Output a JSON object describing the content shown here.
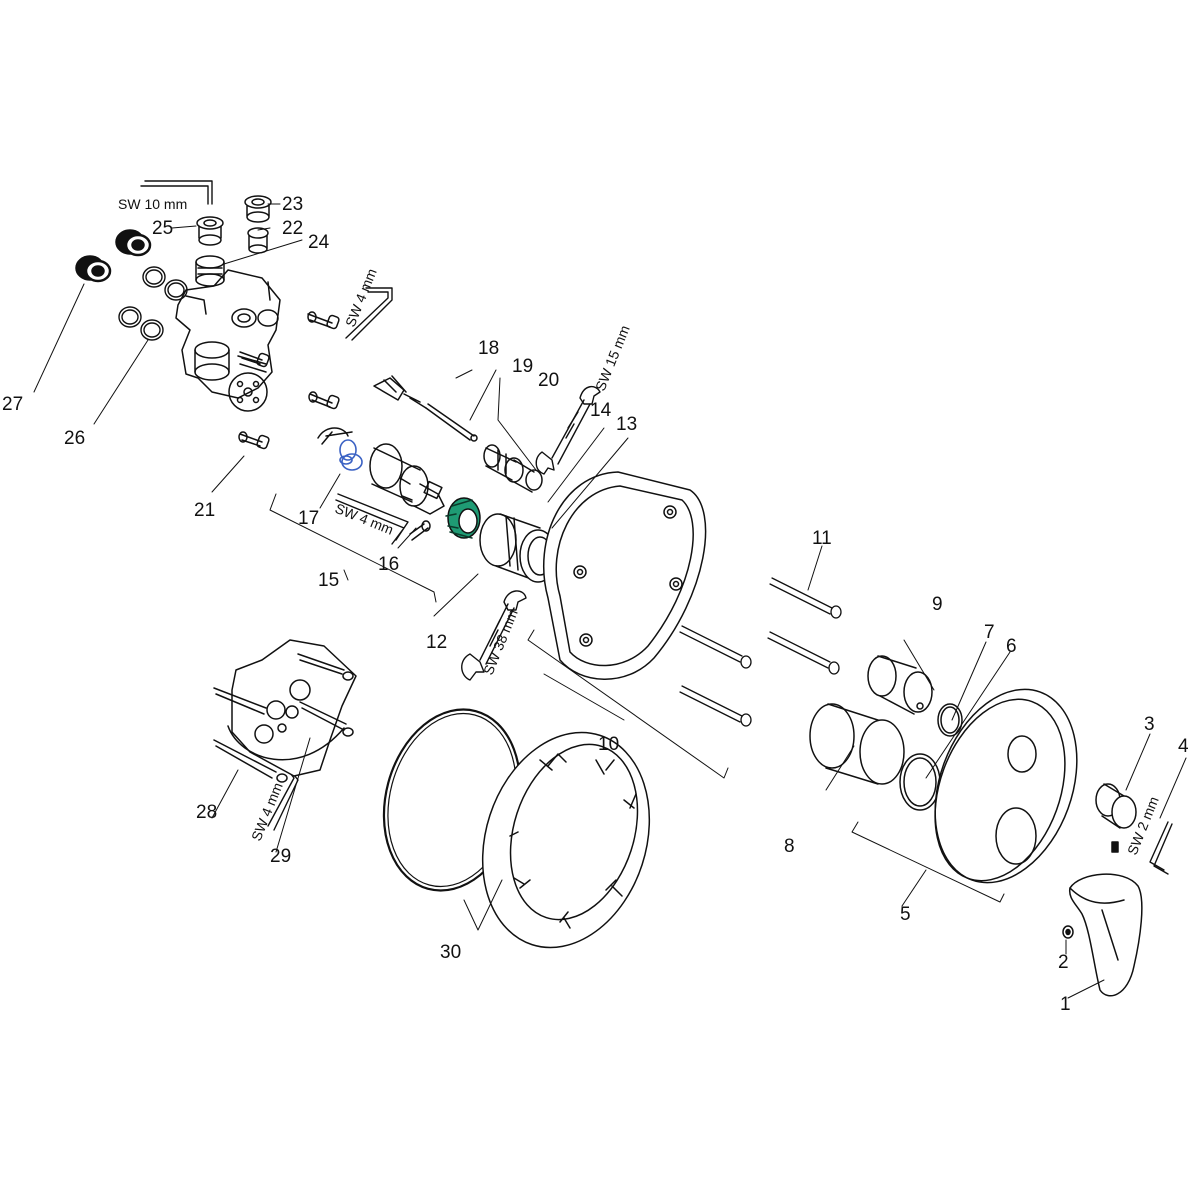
{
  "parts": {
    "p1": "1",
    "p2": "2",
    "p3": "3",
    "p4": "4",
    "p5": "5",
    "p6": "6",
    "p7": "7",
    "p8": "8",
    "p9": "9",
    "p10": "10",
    "p11": "11",
    "p12": "12",
    "p13": "13",
    "p14": "14",
    "p15": "15",
    "p16": "16",
    "p17": "17",
    "p18": "18",
    "p19": "19",
    "p20": "20",
    "p21": "21",
    "p22": "22",
    "p23": "23",
    "p24": "24",
    "p25": "25",
    "p26": "26",
    "p27": "27",
    "p28": "28",
    "p29": "29",
    "p30": "30"
  },
  "tools": {
    "sw10": "SW 10 mm",
    "sw4_top": "SW 4 mm",
    "sw15": "SW 15 mm",
    "sw4_mid": "SW 4 mm",
    "sw38": "SW 38 mm",
    "sw4_low": "SW 4 mm",
    "sw2": "SW 2 mm"
  },
  "colors": {
    "line": "#111111",
    "oring": "#3b62c4",
    "ring_green": "#1f9b74"
  }
}
